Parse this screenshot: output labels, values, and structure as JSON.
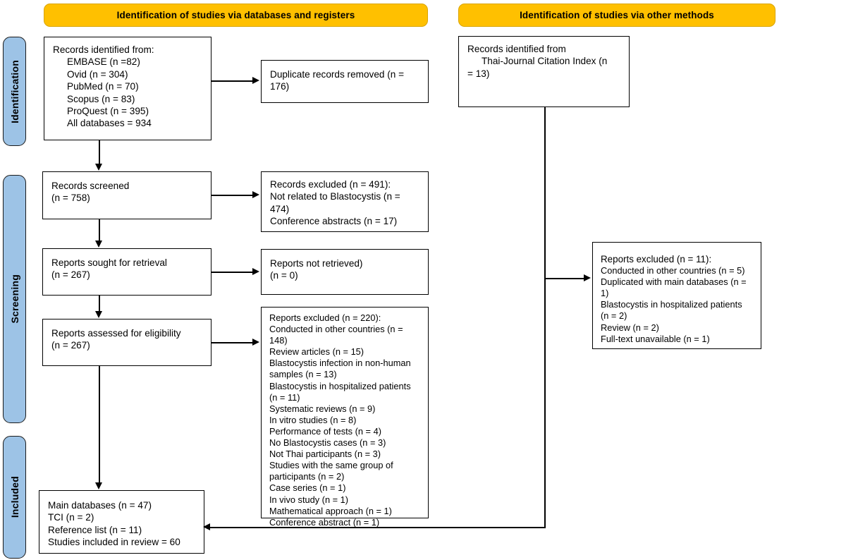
{
  "banners": [
    {
      "id": "databases",
      "label": "Identification of studies via databases and registers"
    },
    {
      "id": "other",
      "label": "Identification of studies via other methods"
    }
  ],
  "stages": [
    {
      "id": "identification",
      "label": "Identification"
    },
    {
      "id": "screening",
      "label": "Screening"
    },
    {
      "id": "included",
      "label": "Included"
    }
  ],
  "nodes": {
    "records_identified": {
      "title": "Records identified from:",
      "items": [
        "EMBASE (n =82)",
        "Ovid (n = 304)",
        "PubMed (n = 70)",
        "Scopus (n = 83)",
        "ProQuest (n = 395)",
        "All databases = 934"
      ]
    },
    "duplicates_removed": {
      "line1": "Duplicate records removed (n =",
      "line2": "176)"
    },
    "records_identified_other": {
      "title": "Records identified from",
      "line2": "Thai-Journal Citation Index (n",
      "line3": "= 13)"
    },
    "records_screened": {
      "line1": "Records screened",
      "line2": "(n = 758)"
    },
    "records_excluded": {
      "line1": "Records excluded (n = 491):",
      "line2": "Not related to Blastocystis (n =",
      "line3": "474)",
      "line4": "Conference abstracts (n = 17)"
    },
    "reports_sought": {
      "line1": "Reports sought for retrieval",
      "line2": "(n = 267)"
    },
    "reports_not_retrieved": {
      "line1": "Reports not retrieved)",
      "line2": "(n = 0)"
    },
    "reports_assessed": {
      "line1": "Reports assessed for eligibility",
      "line2": "(n = 267)"
    },
    "reports_excluded_main": {
      "title": "Reports excluded (n = 220):",
      "items": [
        "Conducted in other countries (n =",
        "148)",
        "Review articles (n = 15)",
        "Blastocystis infection in non-human",
        "samples (n = 13)",
        "Blastocystis in hospitalized patients",
        "(n = 11)",
        "Systematic reviews (n = 9)",
        "In vitro studies (n = 8)",
        "Performance of tests (n = 4)",
        "No Blastocystis cases (n = 3)",
        "Not Thai participants (n = 3)",
        "Studies with the same group of",
        "participants (n = 2)",
        "Case series (n = 1)",
        "In vivo study (n = 1)",
        "Mathematical approach (n = 1)",
        "Conference abstract (n = 1)"
      ]
    },
    "reports_excluded_other": {
      "title": "Reports excluded (n = 11):",
      "items": [
        "Conducted in other countries (n = 5)",
        "Duplicated with main databases (n =",
        "1)",
        "Blastocystis in hospitalized patients",
        "(n = 2)",
        "Review (n = 2)",
        "Full-text unavailable (n = 1)"
      ]
    },
    "included_studies": {
      "items": [
        "Main databases (n = 47)",
        "TCI (n = 2)",
        "Reference list (n = 11)",
        "Studies included in review = 60"
      ]
    }
  },
  "colors": {
    "banner_fill": "#FFC000",
    "banner_border": "#D9A400",
    "stage_fill": "#9DC3E6",
    "box_border": "#000000",
    "background": "#FFFFFF"
  }
}
